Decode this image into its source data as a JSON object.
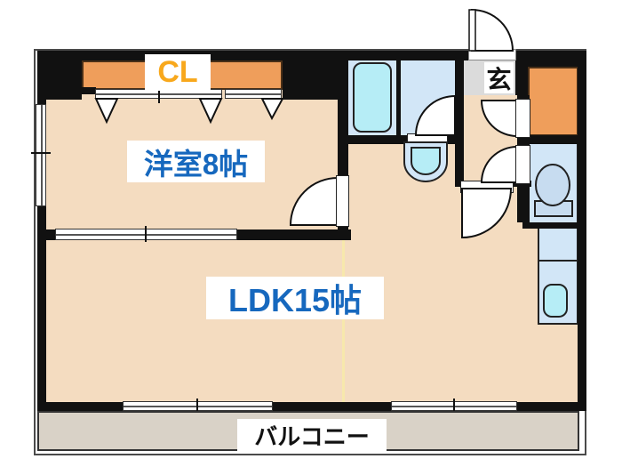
{
  "plan": {
    "type": "apartment-floor-plan",
    "rooms": [
      {
        "id": "western_room",
        "label": "洋室8帖"
      },
      {
        "id": "ldk",
        "label": "LDK15帖"
      },
      {
        "id": "closet",
        "label": "CL"
      },
      {
        "id": "entrance",
        "label": "玄"
      },
      {
        "id": "balcony",
        "label": "バルコニー"
      }
    ],
    "fixtures": [
      "bathtub",
      "washbasin",
      "toilet",
      "kitchen-sink",
      "front-door",
      "sliding-window",
      "folding-closet-doors"
    ],
    "colors": {
      "floor": "#F4DCC0",
      "wall": "#111111",
      "closet_cabinet": "#EF9E5B",
      "water_room": "#D2E6F7",
      "fixture_cyan": "#B6EDF6",
      "fixture_blue": "#C7DCF0",
      "entrance_floor": "#DBDBDB",
      "balcony_floor": "#D9D2C7",
      "room_label_text": "#1668BE",
      "closet_label_text": "#F8A81C",
      "kitchen_boundary_line": "#F7E8AC"
    }
  }
}
